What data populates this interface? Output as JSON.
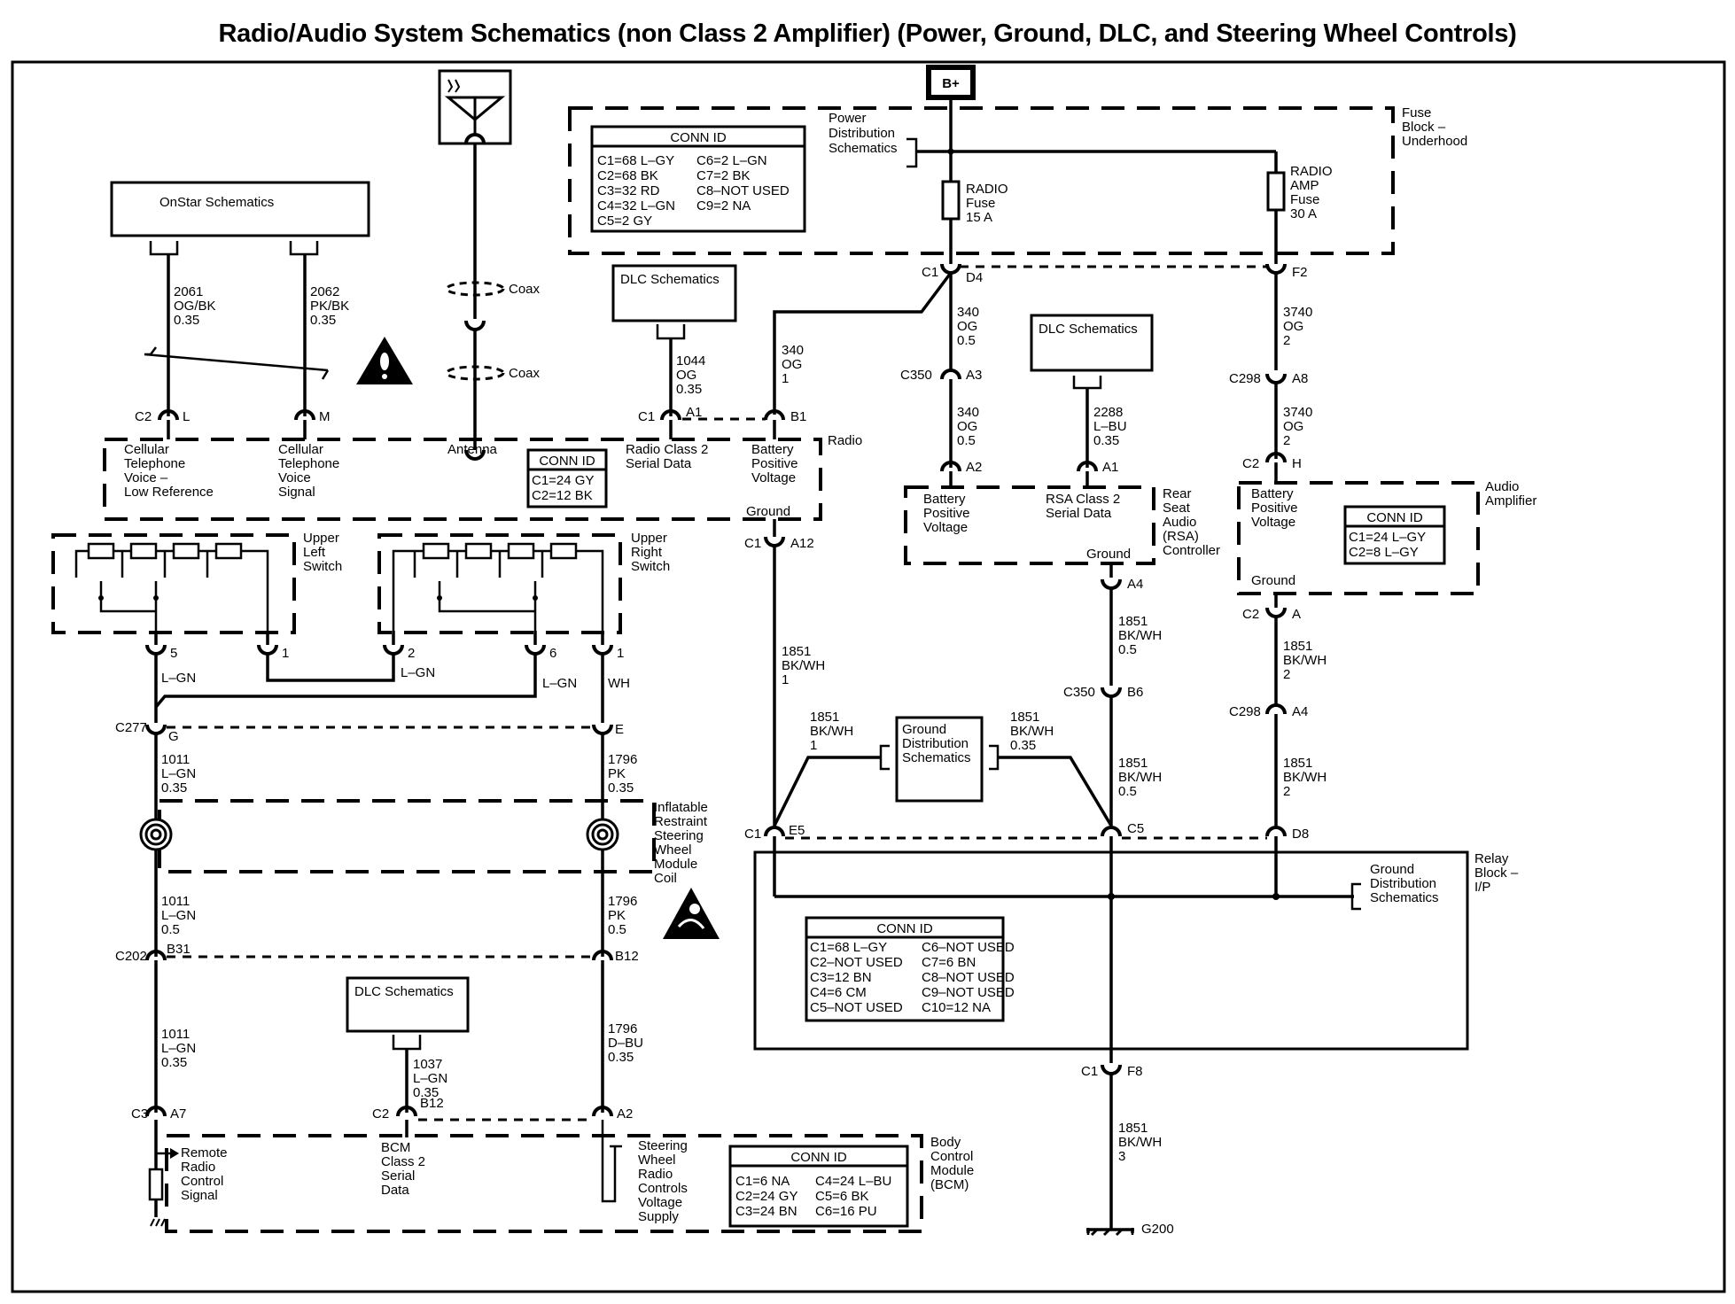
{
  "title": "Radio/Audio System Schematics (non Class 2 Amplifier) (Power, Ground, DLC, and Steering Wheel Controls)",
  "power_source": "B+",
  "fuse_block": {
    "label": [
      "Fuse",
      "Block –",
      "Underhood"
    ],
    "power_dist_ref": [
      "Power",
      "Distribution",
      "Schematics"
    ],
    "conn_id": {
      "header": "CONN ID",
      "left": [
        "C1=68 L–GY",
        "C2=68 BK",
        "C3=32 RD",
        "C4=32 L–GN",
        "C5=2 GY"
      ],
      "right": [
        "C6=2 L–GN",
        "C7=2 BK",
        "C8–NOT USED",
        "C9=2 NA"
      ]
    },
    "fuses": [
      {
        "name": [
          "RADIO",
          "Fuse",
          "15 A"
        ]
      },
      {
        "name": [
          "RADIO",
          "AMP",
          "Fuse",
          "30 A"
        ]
      }
    ]
  },
  "onstar": {
    "label": "OnStar Schematics"
  },
  "dlc": {
    "label": "DLC Schematics"
  },
  "ground_dist": {
    "label": [
      "Ground",
      "Distribution",
      "Schematics"
    ]
  },
  "coax_label": "Coax",
  "wires": {
    "w2061": [
      "2061",
      "OG/BK",
      "0.35"
    ],
    "w2062": [
      "2062",
      "PK/BK",
      "0.35"
    ],
    "w1044": [
      "1044",
      "OG",
      "0.35"
    ],
    "w340_1": [
      "340",
      "OG",
      "1"
    ],
    "w340_a": [
      "340",
      "OG",
      "0.5"
    ],
    "w340_b": [
      "340",
      "OG",
      "0.5"
    ],
    "w2288": [
      "2288",
      "L–BU",
      "0.35"
    ],
    "w3740_a": [
      "3740",
      "OG",
      "2"
    ],
    "w3740_b": [
      "3740",
      "OG",
      "2"
    ],
    "w1851_radio": [
      "1851",
      "BK/WH",
      "1"
    ],
    "w1851_rsa_a": [
      "1851",
      "BK/WH",
      "0.5"
    ],
    "w1851_rsa_b": [
      "1851",
      "BK/WH",
      "0.5"
    ],
    "w1851_amp_a": [
      "1851",
      "BK/WH",
      "2"
    ],
    "w1851_amp_b": [
      "1851",
      "BK/WH",
      "2"
    ],
    "w1851_gd_l": [
      "1851",
      "BK/WH",
      "1"
    ],
    "w1851_gd_r": [
      "1851",
      "BK/WH",
      "0.35"
    ],
    "w1851_g200": [
      "1851",
      "BK/WH",
      "3"
    ],
    "w1011_a": [
      "1011",
      "L–GN",
      "0.35"
    ],
    "w1011_b": [
      "1011",
      "L–GN",
      "0.5"
    ],
    "w1011_c": [
      "1011",
      "L–GN",
      "0.35"
    ],
    "w1796_a": [
      "1796",
      "PK",
      "0.35"
    ],
    "w1796_b": [
      "1796",
      "PK",
      "0.5"
    ],
    "w1796_c": [
      "1796",
      "D–BU",
      "0.35"
    ],
    "w1037": [
      "1037",
      "L–GN",
      "0.35"
    ],
    "sw_lgn": "L–GN",
    "sw_wh": "WH"
  },
  "connectors": {
    "c2": "C2",
    "L": "L",
    "M": "M",
    "c1": "C1",
    "a1": "A1",
    "b1": "B1",
    "a12": "A12",
    "d4": "D4",
    "f2": "F2",
    "c350": "C350",
    "a3": "A3",
    "a2": "A2",
    "a4": "A4",
    "b6": "B6",
    "c298": "C298",
    "a8": "A8",
    "h": "H",
    "a": "A",
    "a4b": "A4",
    "e5": "E5",
    "c5": "C5",
    "d8": "D8",
    "f8": "F8",
    "p5": "5",
    "p1": "1",
    "p2": "2",
    "p6": "6",
    "p1b": "1",
    "c277": "C277",
    "g": "G",
    "e": "E",
    "c202": "C202",
    "b31": "B31",
    "b12": "B12",
    "c3": "C3",
    "a7": "A7",
    "b12b": "B12",
    "a2b": "A2",
    "g200": "G200"
  },
  "radio": {
    "label": "Radio",
    "pins": {
      "cell_low": [
        "Cellular",
        "Telephone",
        "Voice –",
        "Low Reference"
      ],
      "cell_sig": [
        "Cellular",
        "Telephone",
        "Voice",
        "Signal"
      ],
      "antenna": "Antenna",
      "serial": [
        "Radio Class 2",
        "Serial Data"
      ],
      "battery": [
        "Battery",
        "Positive",
        "Voltage"
      ],
      "ground": "Ground"
    },
    "conn_id": {
      "header": "CONN ID",
      "rows": [
        "C1=24 GY",
        "C2=12 BK"
      ]
    }
  },
  "rsa": {
    "label": [
      "Rear",
      "Seat",
      "Audio",
      "(RSA)",
      "Controller"
    ],
    "battery": [
      "Battery",
      "Positive",
      "Voltage"
    ],
    "serial": [
      "RSA Class 2",
      "Serial Data"
    ],
    "ground": "Ground"
  },
  "amp": {
    "label": [
      "Audio",
      "Amplifier"
    ],
    "battery": [
      "Battery",
      "Positive",
      "Voltage"
    ],
    "ground": "Ground",
    "conn_id": {
      "header": "CONN ID",
      "rows": [
        "C1=24 L–GY",
        "C2=8 L–GY"
      ]
    }
  },
  "switches": {
    "left": [
      "Upper",
      "Left",
      "Switch"
    ],
    "right": [
      "Upper",
      "Right",
      "Switch"
    ]
  },
  "coil": {
    "label": [
      "Inflatable",
      "Restraint",
      "Steering",
      "Wheel",
      "Module",
      "Coil"
    ]
  },
  "relay_block": {
    "label": [
      "Relay",
      "Block –",
      "I/P"
    ],
    "conn_id": {
      "header": "CONN ID",
      "left": [
        "C1=68 L–GY",
        "C2–NOT USED",
        "C3=12 BN",
        "C4=6 CM",
        "C5–NOT USED"
      ],
      "right": [
        "C6–NOT USED",
        "C7=6 BN",
        "C8–NOT USED",
        "C9–NOT USED",
        "C10=12 NA"
      ]
    }
  },
  "bcm": {
    "label": [
      "Body",
      "Control",
      "Module",
      "(BCM)"
    ],
    "remote": [
      "Remote",
      "Radio",
      "Control",
      "Signal"
    ],
    "serial": [
      "BCM",
      "Class 2",
      "Serial",
      "Data"
    ],
    "steering": [
      "Steering",
      "Wheel",
      "Radio",
      "Controls",
      "Voltage",
      "Supply"
    ],
    "conn_id": {
      "header": "CONN ID",
      "left": [
        "C1=6 NA",
        "C2=24 GY",
        "C3=24 BN"
      ],
      "right": [
        "C4=24 L–BU",
        "C5=6 BK",
        "C6=16 PU"
      ]
    }
  },
  "icons": {
    "warning": "caution-triangle-icon",
    "airbag_warning": "airbag-service-warning-icon",
    "antenna": "antenna-icon",
    "ground": "ground-symbol-icon"
  }
}
